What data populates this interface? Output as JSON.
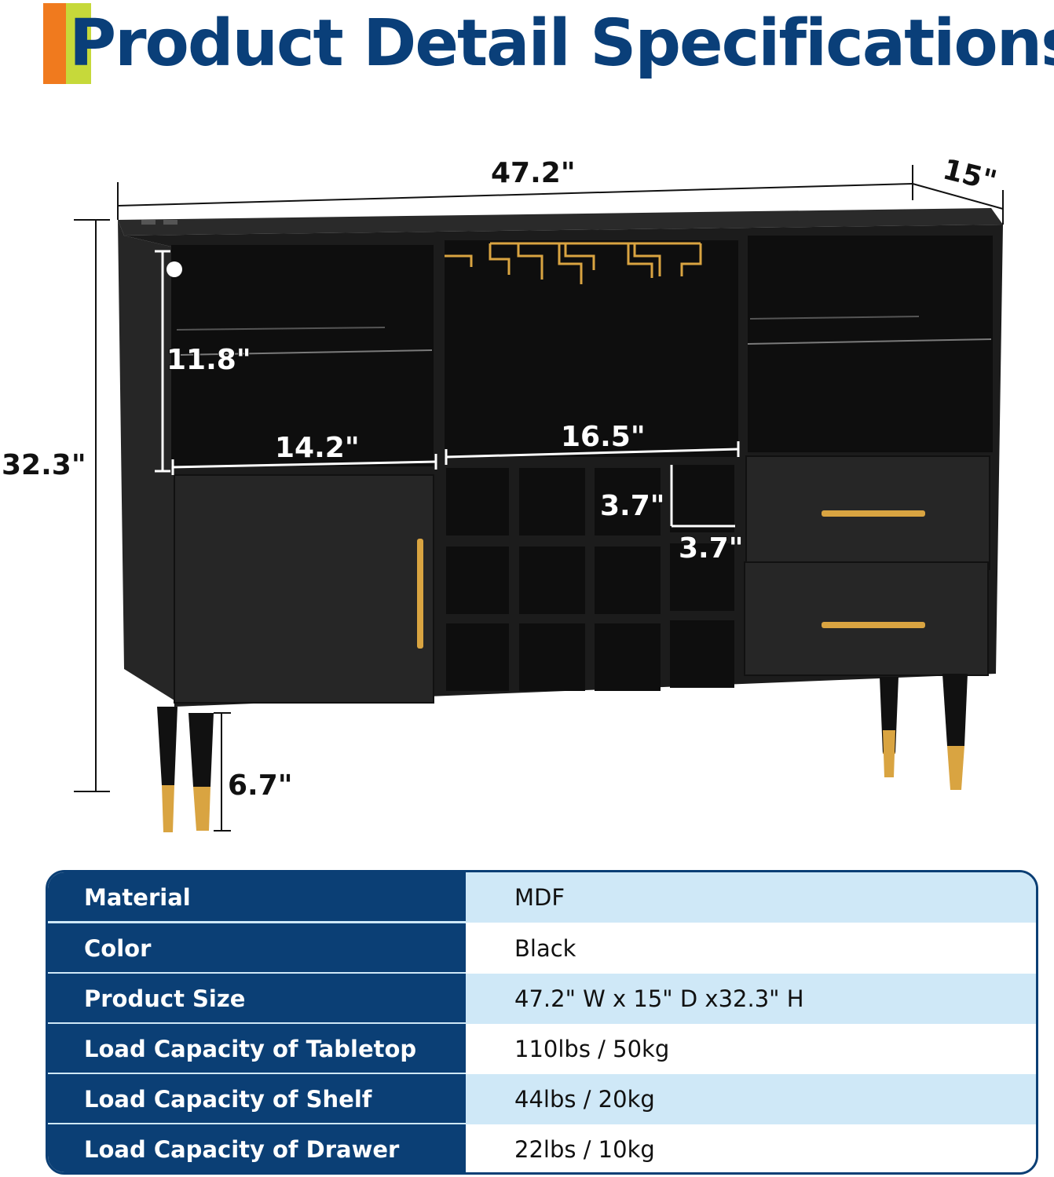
{
  "title": "Product Detail Specifications",
  "dimensions": {
    "width": "47.2\"",
    "depth": "15\"",
    "height": "32.3\"",
    "leg_height": "6.7\"",
    "shelf_height": "11.8\"",
    "left_compartment_width": "14.2\"",
    "middle_compartment_width": "16.5\"",
    "wine_cell_height": "3.7\"",
    "wine_cell_width": "3.7\""
  },
  "colors": {
    "title": "#0a3f79",
    "table_header": "#0b3f75",
    "table_light_row": "#cfe8f7",
    "accent_orange": "#f07a1e",
    "accent_green": "#c6d93a",
    "cabinet": "#1c1c1c",
    "handle_gold": "#d9a441"
  },
  "specs": [
    {
      "label": "Material",
      "value": "MDF"
    },
    {
      "label": "Color",
      "value": "Black"
    },
    {
      "label": "Product Size",
      "value": "47.2\" W x 15\" D x32.3\" H"
    },
    {
      "label": "Load Capacity of Tabletop",
      "value": "110lbs / 50kg"
    },
    {
      "label": "Load Capacity of Shelf",
      "value": "44lbs / 20kg"
    },
    {
      "label": "Load Capacity of Drawer",
      "value": "22lbs / 10kg"
    }
  ]
}
